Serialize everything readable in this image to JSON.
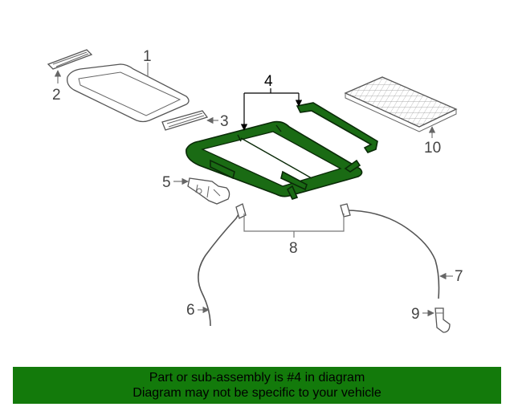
{
  "callouts": {
    "c1": "1",
    "c2": "2",
    "c3": "3",
    "c4": "4",
    "c5": "5",
    "c6": "6",
    "c7": "7",
    "c8": "8",
    "c9": "9",
    "c10": "10"
  },
  "colors": {
    "highlight": "#1a6b14",
    "banner": "#137a0b"
  },
  "banner": {
    "line1": "Part or sub-assembly is #4 in diagram",
    "line2": "Diagram may not be specific to your vehicle"
  }
}
